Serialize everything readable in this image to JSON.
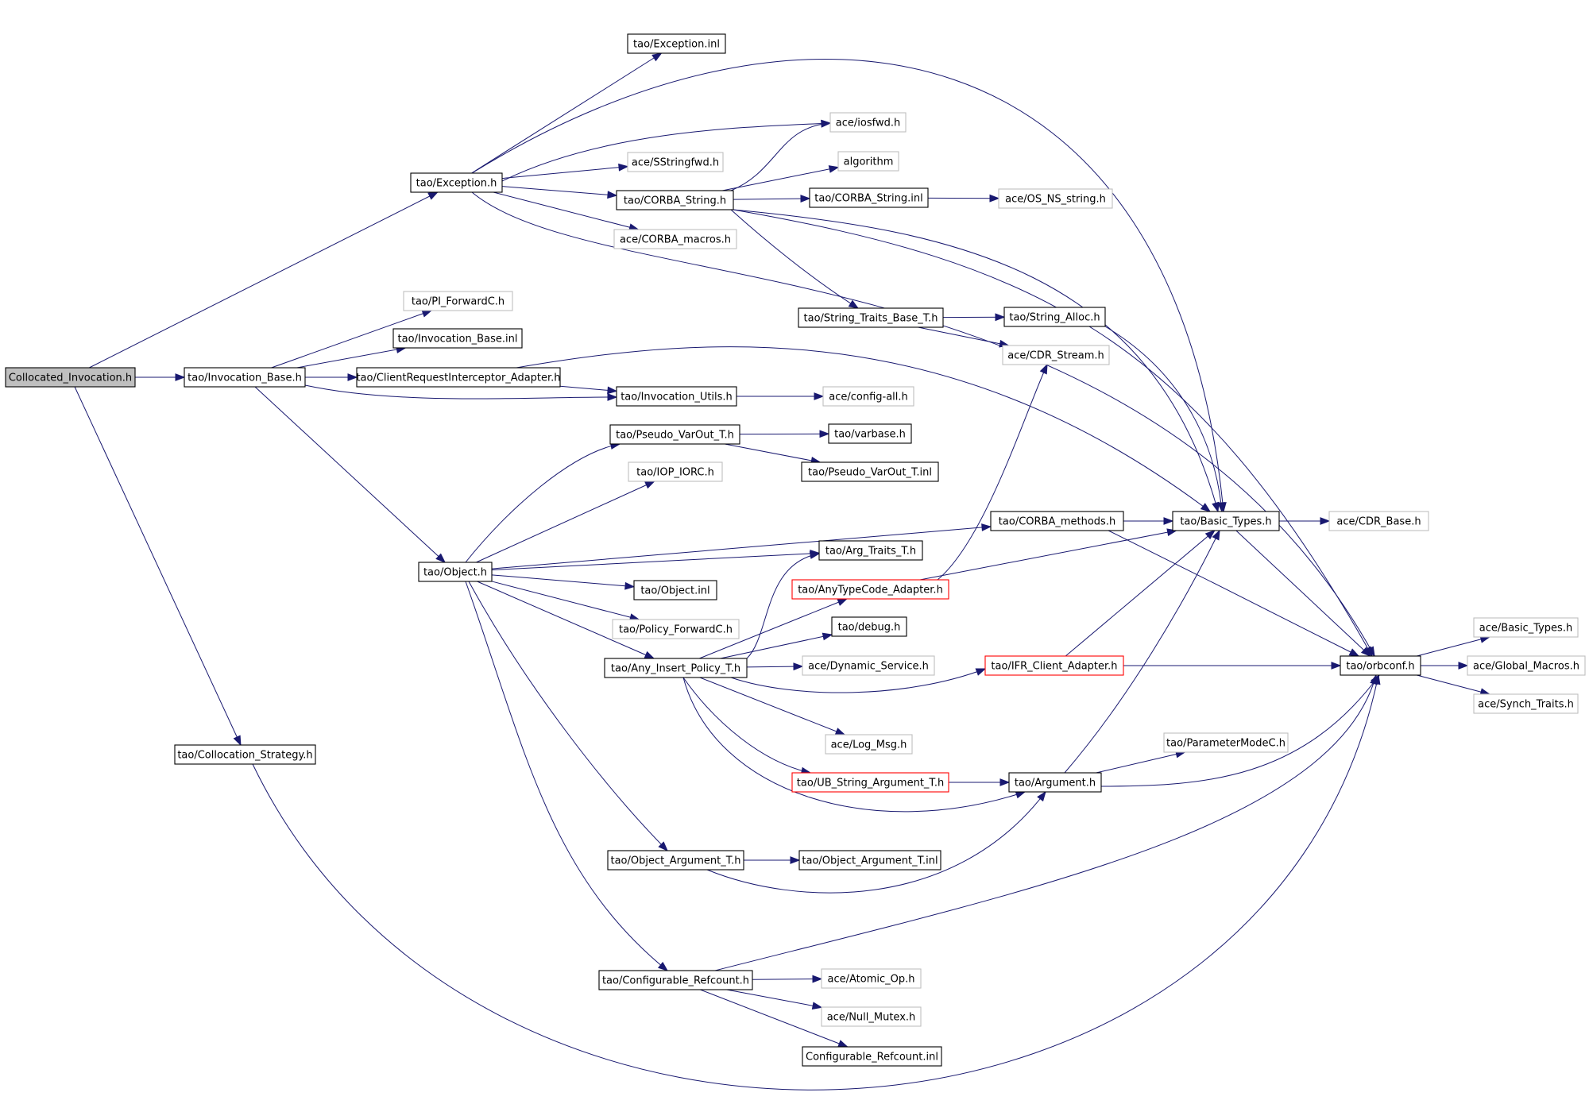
{
  "colors": {
    "edge": "#191970",
    "normal_border": "#000000",
    "external_border": "#bfbfbf",
    "truncated_border": "#ff0000",
    "root_fill": "#bfbfbf",
    "fill": "#ffffff"
  },
  "nodes": [
    {
      "id": "collocated_invocation",
      "label": "Collocated_Invocation.h",
      "kind": "root"
    },
    {
      "id": "invocation_base",
      "label": "tao/Invocation_Base.h",
      "kind": "normal"
    },
    {
      "id": "pi_forwardc",
      "label": "tao/PI_ForwardC.h",
      "kind": "external"
    },
    {
      "id": "invocation_base_inl",
      "label": "tao/Invocation_Base.inl",
      "kind": "normal"
    },
    {
      "id": "client_req_adapter",
      "label": "tao/ClientRequestInterceptor_Adapter.h",
      "kind": "normal"
    },
    {
      "id": "invocation_utils",
      "label": "tao/Invocation_Utils.h",
      "kind": "normal"
    },
    {
      "id": "config_all",
      "label": "ace/config-all.h",
      "kind": "external"
    },
    {
      "id": "exception_h",
      "label": "tao/Exception.h",
      "kind": "normal"
    },
    {
      "id": "exception_inl",
      "label": "tao/Exception.inl",
      "kind": "normal"
    },
    {
      "id": "iosfwd",
      "label": "ace/iosfwd.h",
      "kind": "external"
    },
    {
      "id": "sstringfwd",
      "label": "ace/SStringfwd.h",
      "kind": "external"
    },
    {
      "id": "algorithm",
      "label": "algorithm",
      "kind": "external"
    },
    {
      "id": "corba_string",
      "label": "tao/CORBA_String.h",
      "kind": "normal"
    },
    {
      "id": "corba_string_inl",
      "label": "tao/CORBA_String.inl",
      "kind": "normal"
    },
    {
      "id": "os_ns_string",
      "label": "ace/OS_NS_string.h",
      "kind": "external"
    },
    {
      "id": "corba_macros",
      "label": "ace/CORBA_macros.h",
      "kind": "external"
    },
    {
      "id": "string_traits_base",
      "label": "tao/String_Traits_Base_T.h",
      "kind": "normal"
    },
    {
      "id": "string_alloc",
      "label": "tao/String_Alloc.h",
      "kind": "normal"
    },
    {
      "id": "cdr_stream",
      "label": "ace/CDR_Stream.h",
      "kind": "external"
    },
    {
      "id": "pseudo_varout",
      "label": "tao/Pseudo_VarOut_T.h",
      "kind": "normal"
    },
    {
      "id": "varbase",
      "label": "tao/varbase.h",
      "kind": "normal"
    },
    {
      "id": "pseudo_varout_inl",
      "label": "tao/Pseudo_VarOut_T.inl",
      "kind": "normal"
    },
    {
      "id": "iop_iorc",
      "label": "tao/IOP_IORC.h",
      "kind": "external"
    },
    {
      "id": "object_h",
      "label": "tao/Object.h",
      "kind": "normal"
    },
    {
      "id": "corba_methods",
      "label": "tao/CORBA_methods.h",
      "kind": "normal"
    },
    {
      "id": "basic_types_tao",
      "label": "tao/Basic_Types.h",
      "kind": "normal"
    },
    {
      "id": "cdr_base",
      "label": "ace/CDR_Base.h",
      "kind": "external"
    },
    {
      "id": "arg_traits",
      "label": "tao/Arg_Traits_T.h",
      "kind": "normal"
    },
    {
      "id": "object_inl",
      "label": "tao/Object.inl",
      "kind": "normal"
    },
    {
      "id": "anytypecode_adapter",
      "label": "tao/AnyTypeCode_Adapter.h",
      "kind": "truncated"
    },
    {
      "id": "policy_forwardc",
      "label": "tao/Policy_ForwardC.h",
      "kind": "external"
    },
    {
      "id": "debug_h",
      "label": "tao/debug.h",
      "kind": "normal"
    },
    {
      "id": "any_insert_policy",
      "label": "tao/Any_Insert_Policy_T.h",
      "kind": "normal"
    },
    {
      "id": "dynamic_service",
      "label": "ace/Dynamic_Service.h",
      "kind": "external"
    },
    {
      "id": "ifr_client_adapter",
      "label": "tao/IFR_Client_Adapter.h",
      "kind": "truncated"
    },
    {
      "id": "orbconf",
      "label": "tao/orbconf.h",
      "kind": "normal"
    },
    {
      "id": "ace_basic_types",
      "label": "ace/Basic_Types.h",
      "kind": "external"
    },
    {
      "id": "global_macros",
      "label": "ace/Global_Macros.h",
      "kind": "external"
    },
    {
      "id": "synch_traits",
      "label": "ace/Synch_Traits.h",
      "kind": "external"
    },
    {
      "id": "log_msg",
      "label": "ace/Log_Msg.h",
      "kind": "external"
    },
    {
      "id": "parametermodec",
      "label": "tao/ParameterModeC.h",
      "kind": "external"
    },
    {
      "id": "ub_string_argument",
      "label": "tao/UB_String_Argument_T.h",
      "kind": "truncated"
    },
    {
      "id": "argument_h",
      "label": "tao/Argument.h",
      "kind": "normal"
    },
    {
      "id": "collocation_strategy",
      "label": "tao/Collocation_Strategy.h",
      "kind": "normal"
    },
    {
      "id": "object_argument",
      "label": "tao/Object_Argument_T.h",
      "kind": "normal"
    },
    {
      "id": "object_argument_inl",
      "label": "tao/Object_Argument_T.inl",
      "kind": "normal"
    },
    {
      "id": "configurable_refcount",
      "label": "tao/Configurable_Refcount.h",
      "kind": "normal"
    },
    {
      "id": "atomic_op",
      "label": "ace/Atomic_Op.h",
      "kind": "external"
    },
    {
      "id": "null_mutex",
      "label": "ace/Null_Mutex.h",
      "kind": "external"
    },
    {
      "id": "configurable_refcount_inl",
      "label": "Configurable_Refcount.inl",
      "kind": "normal"
    }
  ],
  "edges": [
    [
      "collocated_invocation",
      "invocation_base"
    ],
    [
      "collocated_invocation",
      "exception_h"
    ],
    [
      "collocated_invocation",
      "collocation_strategy"
    ],
    [
      "invocation_base",
      "pi_forwardc"
    ],
    [
      "invocation_base",
      "invocation_base_inl"
    ],
    [
      "invocation_base",
      "client_req_adapter"
    ],
    [
      "invocation_base",
      "invocation_utils"
    ],
    [
      "invocation_base",
      "object_h"
    ],
    [
      "client_req_adapter",
      "invocation_utils"
    ],
    [
      "client_req_adapter",
      "basic_types_tao"
    ],
    [
      "invocation_utils",
      "config_all"
    ],
    [
      "exception_h",
      "exception_inl"
    ],
    [
      "exception_h",
      "iosfwd"
    ],
    [
      "exception_h",
      "sstringfwd"
    ],
    [
      "exception_h",
      "corba_string"
    ],
    [
      "exception_h",
      "corba_macros"
    ],
    [
      "exception_h",
      "basic_types_tao"
    ],
    [
      "exception_h",
      "orbconf"
    ],
    [
      "corba_string",
      "iosfwd"
    ],
    [
      "corba_string",
      "algorithm"
    ],
    [
      "corba_string",
      "corba_string_inl"
    ],
    [
      "corba_string",
      "string_traits_base"
    ],
    [
      "corba_string",
      "basic_types_tao"
    ],
    [
      "corba_string",
      "orbconf"
    ],
    [
      "corba_string_inl",
      "os_ns_string"
    ],
    [
      "string_traits_base",
      "string_alloc"
    ],
    [
      "string_traits_base",
      "cdr_stream"
    ],
    [
      "string_alloc",
      "basic_types_tao"
    ],
    [
      "object_h",
      "pseudo_varout"
    ],
    [
      "object_h",
      "iop_iorc"
    ],
    [
      "object_h",
      "corba_methods"
    ],
    [
      "object_h",
      "arg_traits"
    ],
    [
      "object_h",
      "object_inl"
    ],
    [
      "object_h",
      "policy_forwardc"
    ],
    [
      "object_h",
      "any_insert_policy"
    ],
    [
      "object_h",
      "object_argument"
    ],
    [
      "object_h",
      "configurable_refcount"
    ],
    [
      "pseudo_varout",
      "varbase"
    ],
    [
      "pseudo_varout",
      "pseudo_varout_inl"
    ],
    [
      "corba_methods",
      "basic_types_tao"
    ],
    [
      "corba_methods",
      "orbconf"
    ],
    [
      "basic_types_tao",
      "cdr_base"
    ],
    [
      "basic_types_tao",
      "orbconf"
    ],
    [
      "anytypecode_adapter",
      "basic_types_tao"
    ],
    [
      "anytypecode_adapter",
      "cdr_stream"
    ],
    [
      "any_insert_policy",
      "arg_traits"
    ],
    [
      "any_insert_policy",
      "anytypecode_adapter"
    ],
    [
      "any_insert_policy",
      "debug_h"
    ],
    [
      "any_insert_policy",
      "dynamic_service"
    ],
    [
      "any_insert_policy",
      "ifr_client_adapter"
    ],
    [
      "any_insert_policy",
      "log_msg"
    ],
    [
      "any_insert_policy",
      "ub_string_argument"
    ],
    [
      "any_insert_policy",
      "argument_h"
    ],
    [
      "ifr_client_adapter",
      "basic_types_tao"
    ],
    [
      "ifr_client_adapter",
      "orbconf"
    ],
    [
      "orbconf",
      "ace_basic_types"
    ],
    [
      "orbconf",
      "global_macros"
    ],
    [
      "orbconf",
      "synch_traits"
    ],
    [
      "ub_string_argument",
      "argument_h"
    ],
    [
      "argument_h",
      "basic_types_tao"
    ],
    [
      "argument_h",
      "parametermodec"
    ],
    [
      "argument_h",
      "orbconf"
    ],
    [
      "object_argument",
      "object_argument_inl"
    ],
    [
      "object_argument",
      "argument_h"
    ],
    [
      "configurable_refcount",
      "atomic_op"
    ],
    [
      "configurable_refcount",
      "null_mutex"
    ],
    [
      "configurable_refcount",
      "configurable_refcount_inl"
    ],
    [
      "configurable_refcount",
      "orbconf"
    ],
    [
      "collocation_strategy",
      "orbconf"
    ]
  ]
}
